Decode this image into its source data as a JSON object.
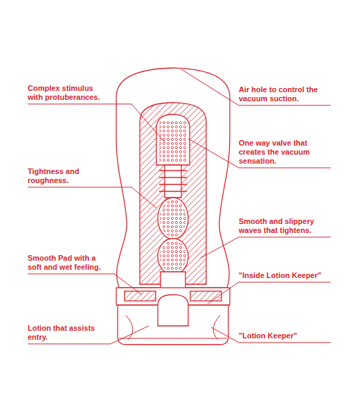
{
  "diagram": {
    "labels": [
      "Air hole to control the vacuum suction.",
      "Complex stimulus with protuberances.",
      "One way valve that creates the vacuum sensation.",
      "Tightness and roughness.",
      "Smooth and slippery waves that tightens.",
      "Smooth Pad with a soft and wet feeling.",
      "\"Inside Lotion Keeper\"",
      "Lotion that assists entry.",
      "\"Lotion Keeper\""
    ]
  }
}
